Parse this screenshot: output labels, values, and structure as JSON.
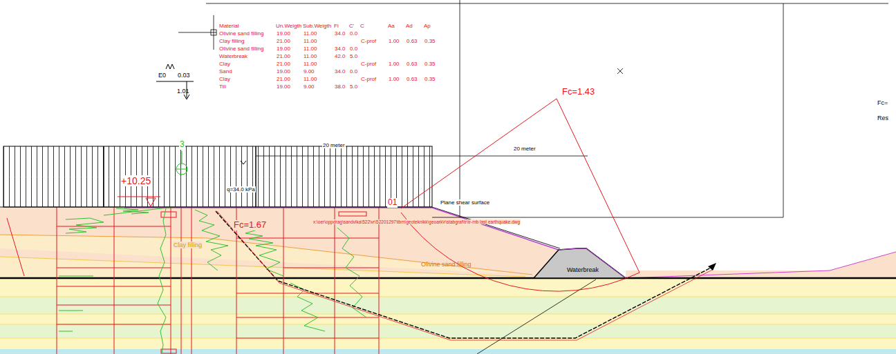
{
  "diagram": {
    "nodes": [
      {
        "text": [
          "Waterbreak"
        ]
      }
    ],
    "labels": [
      "Material",
      "Un.Weigth",
      "Sub.Weigth",
      "Fi",
      "C'",
      "C",
      "Aa",
      "Ad",
      "Ap",
      "Olivine sand filling",
      "19.00",
      "11.00",
      "34.0",
      "0.0",
      "Clay filling",
      "21.00",
      "11.00",
      "C-prof",
      "1.00",
      "0.63",
      "0.35",
      "Olivine sand filling",
      "19.00",
      "11.00",
      "34.0",
      "0.0",
      "Waterbreak",
      "21.00",
      "11.00",
      "42.0",
      "5.0",
      "Clay",
      "21.00",
      "11.00",
      "C-prof",
      "1.00",
      "0.63",
      "0.35",
      "Sand",
      "19.00",
      "9.00",
      "34.0",
      "0.0",
      "Clay",
      "21.00",
      "11.00",
      "C-prof",
      "1.00",
      "0.63",
      "0.35",
      "Till",
      "19.00",
      "9.00",
      "38.0",
      "5.0",
      "E0",
      "0.03",
      "1.01",
      "Fc=1.43",
      "Fc=",
      "Res",
      "20 meter",
      "20 meter",
      "+10.25",
      "q=34.0 kPa",
      "3",
      "Plane shear surface",
      "01",
      "Fc=1.67",
      "x:\\oer\\oppdrag\\sandvika\\522\\vr\\52201297\\tbm\\geoteknikk\\geoark\\r\\stabgraf\\tr\\tr-mb last earthquake.dwg",
      "Clay filling",
      "Olivine sand filling"
    ]
  }
}
